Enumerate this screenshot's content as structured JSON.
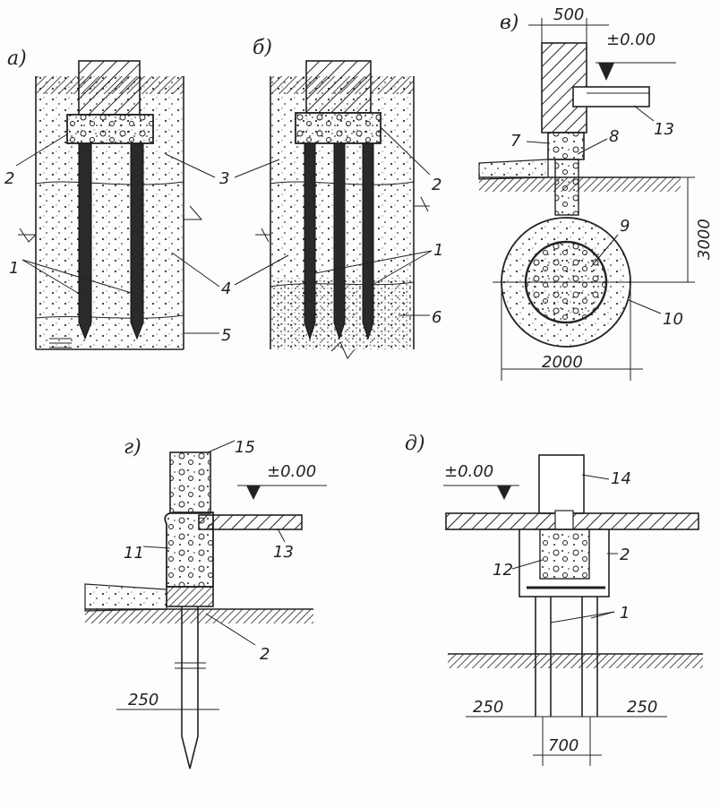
{
  "panels": {
    "a": "а)",
    "b": "б)",
    "v": "в)",
    "g": "г)",
    "d": "д)"
  },
  "callouts": {
    "a": [
      "2",
      "3",
      "1",
      "4",
      "5"
    ],
    "b": [
      "2",
      "1",
      "6"
    ],
    "v": [
      "7",
      "8",
      "9",
      "10",
      "13"
    ],
    "g": [
      "15",
      "11",
      "13",
      "2"
    ],
    "d": [
      "14",
      "12",
      "2",
      "1"
    ]
  },
  "levels": {
    "v": "±0.00",
    "g": "±0.00",
    "d": "±0.00"
  },
  "dimensions": {
    "v_wall": "500",
    "v_depth": "3000",
    "v_diam": "2000",
    "g_pile": "250",
    "d_left": "250",
    "d_right": "250",
    "d_span": "700"
  },
  "colors": {
    "ink": "#222222",
    "paper": "#fdfdfb"
  }
}
